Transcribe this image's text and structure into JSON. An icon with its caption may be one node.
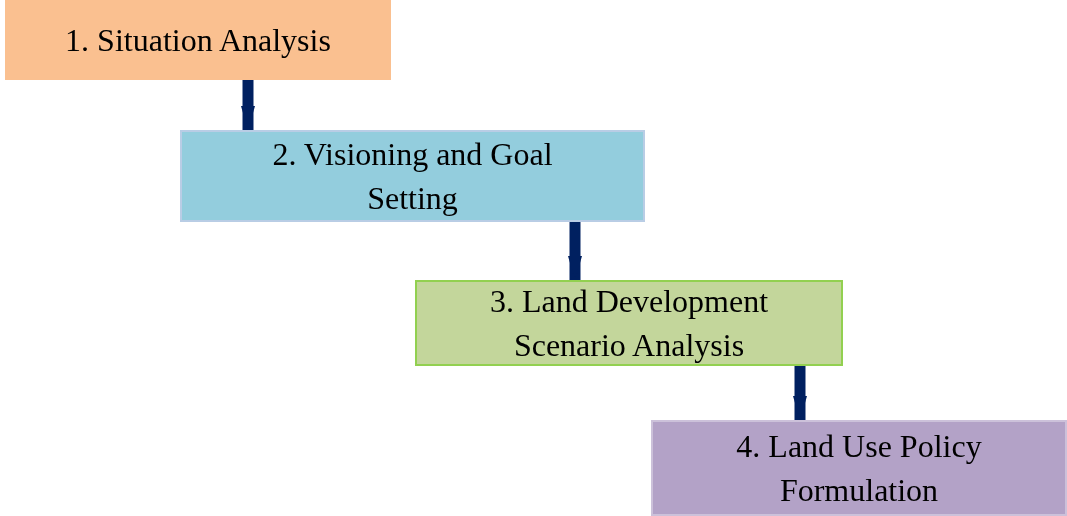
{
  "diagram": {
    "nodes": [
      {
        "text": [
          "1. Situation Analysis"
        ]
      },
      {
        "text": [
          "2. Visioning and Goal Setting"
        ]
      },
      {
        "text": [
          "3. Land Development Scenario Analysis"
        ]
      },
      {
        "text": [
          "4. Land Use Policy Formulation"
        ]
      }
    ],
    "edges": [
      {
        "from": 0,
        "to": 1,
        "arrow": "to"
      },
      {
        "from": 1,
        "to": 2,
        "arrow": "to"
      },
      {
        "from": 2,
        "to": 3,
        "arrow": "to"
      }
    ]
  }
}
